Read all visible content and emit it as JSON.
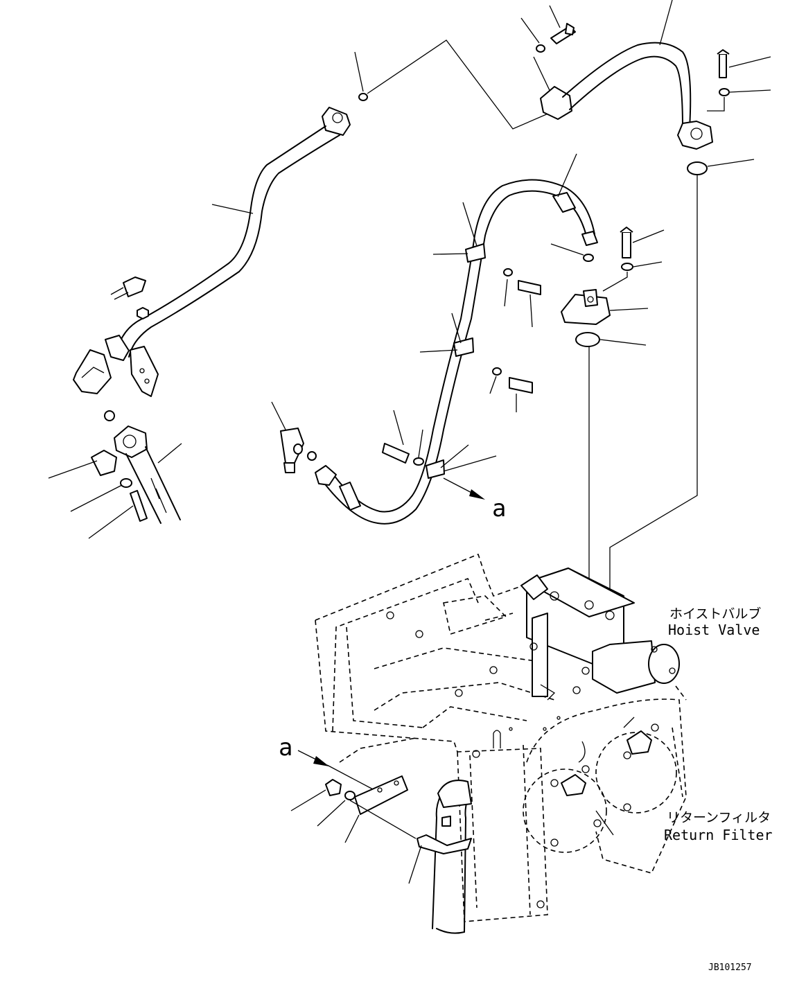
{
  "labels": {
    "hoist_valve_jp": "ホイストバルブ",
    "hoist_valve_en": "Hoist Valve",
    "return_filter_jp": "リターンフィルタ",
    "return_filter_en": "Return Filter",
    "view_marker_a": "a",
    "view_marker_a2": "a",
    "drawing_number": "JB101257"
  }
}
